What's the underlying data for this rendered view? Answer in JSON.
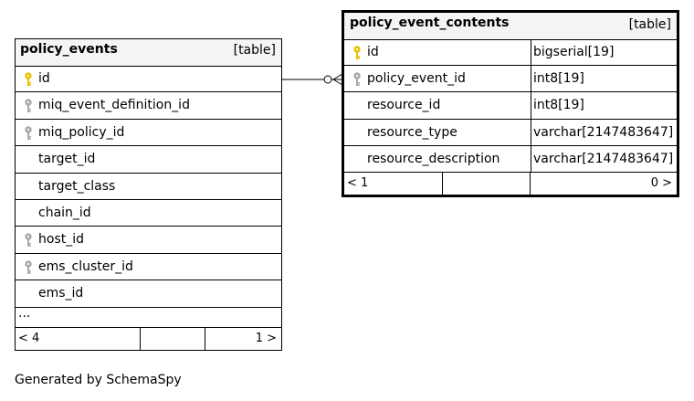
{
  "tables": {
    "policy_events": {
      "name": "policy_events",
      "kind": "[table]",
      "columns": [
        {
          "name": "id",
          "key": "primary"
        },
        {
          "name": "miq_event_definition_id",
          "key": "foreign"
        },
        {
          "name": "miq_policy_id",
          "key": "foreign"
        },
        {
          "name": "target_id",
          "key": "none"
        },
        {
          "name": "target_class",
          "key": "none"
        },
        {
          "name": "chain_id",
          "key": "none"
        },
        {
          "name": "host_id",
          "key": "foreign"
        },
        {
          "name": "ems_cluster_id",
          "key": "foreign"
        },
        {
          "name": "ems_id",
          "key": "none"
        }
      ],
      "more": "...",
      "footer": {
        "left": "< 4",
        "right": "1 >"
      }
    },
    "policy_event_contents": {
      "name": "policy_event_contents",
      "kind": "[table]",
      "columns": [
        {
          "name": "id",
          "type": "bigserial[19]",
          "key": "primary"
        },
        {
          "name": "policy_event_id",
          "type": "int8[19]",
          "key": "foreign"
        },
        {
          "name": "resource_id",
          "type": "int8[19]",
          "key": "none"
        },
        {
          "name": "resource_type",
          "type": "varchar[2147483647]",
          "key": "none"
        },
        {
          "name": "resource_description",
          "type": "varchar[2147483647]",
          "key": "none"
        }
      ],
      "footer": {
        "left": "< 1",
        "right": "0 >"
      }
    }
  },
  "caption": "Generated by SchemaSpy",
  "colors": {
    "primary_key": "#e8c200",
    "foreign_key": "#a9a9a9",
    "header_bg": "#f4f4f4"
  }
}
